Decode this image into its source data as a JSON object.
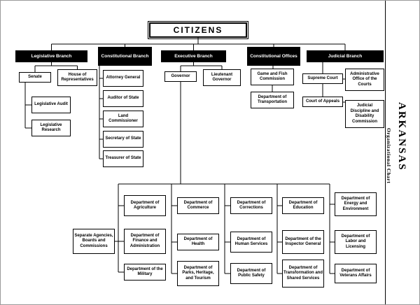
{
  "citizens": "CITIZENS",
  "sidebar": {
    "state": "ARKANSAS",
    "subtitle": "Organizational Chart"
  },
  "colors": {
    "header_bg": "#000000",
    "header_text": "#ffffff",
    "box_bg": "#ffffff",
    "line": "#000000"
  },
  "branches": {
    "legislative": "Legislative Branch",
    "constitutional_branch": "Constitutional Branch",
    "executive": "Executive Branch",
    "constitutional_offices": "Constitutional Offices",
    "judicial": "Judicial Branch"
  },
  "legislative": {
    "senate": "Senate",
    "house": "House of Representatives",
    "audit": "Legislative Audit",
    "research": "Legislative Research"
  },
  "constitutional_branch": {
    "attorney_general": "Attorney General",
    "auditor": "Auditor of State",
    "land": "Land Commissioner",
    "secretary": "Secretary of State",
    "treasurer": "Treasurer of State"
  },
  "executive": {
    "governor": "Governor",
    "lt_governor": "Lieutenant Governor"
  },
  "constitutional_offices": {
    "game_fish": "Game and Fish Commission",
    "transportation": "Department of Transportation"
  },
  "judicial": {
    "supreme": "Supreme Court",
    "appeals": "Court of Appeals",
    "admin_office": "Administrative Office of the Courts",
    "discipline": "Judicial Discipline and Disability Commission"
  },
  "agencies": {
    "separate": "Separate Agencies, Boards and Commissions"
  },
  "departments": {
    "agriculture": "Department of Agriculture",
    "finance": "Department of Finance and Administration",
    "military": "Department of the Military",
    "commerce": "Department of Commerce",
    "health": "Department of Health",
    "parks": "Department of Parks, Heritage, and Tourism",
    "corrections": "Department of Corrections",
    "human_services": "Department of Human Services",
    "public_safety": "Department of Public Safety",
    "education": "Department of Education",
    "inspector_general": "Department of the Inspector General",
    "transformation": "Department of Transformation and Shared Services",
    "energy": "Department of Energy and Environment",
    "labor": "Department of Labor and Licensing",
    "veterans": "Department of Veterans Affairs"
  }
}
